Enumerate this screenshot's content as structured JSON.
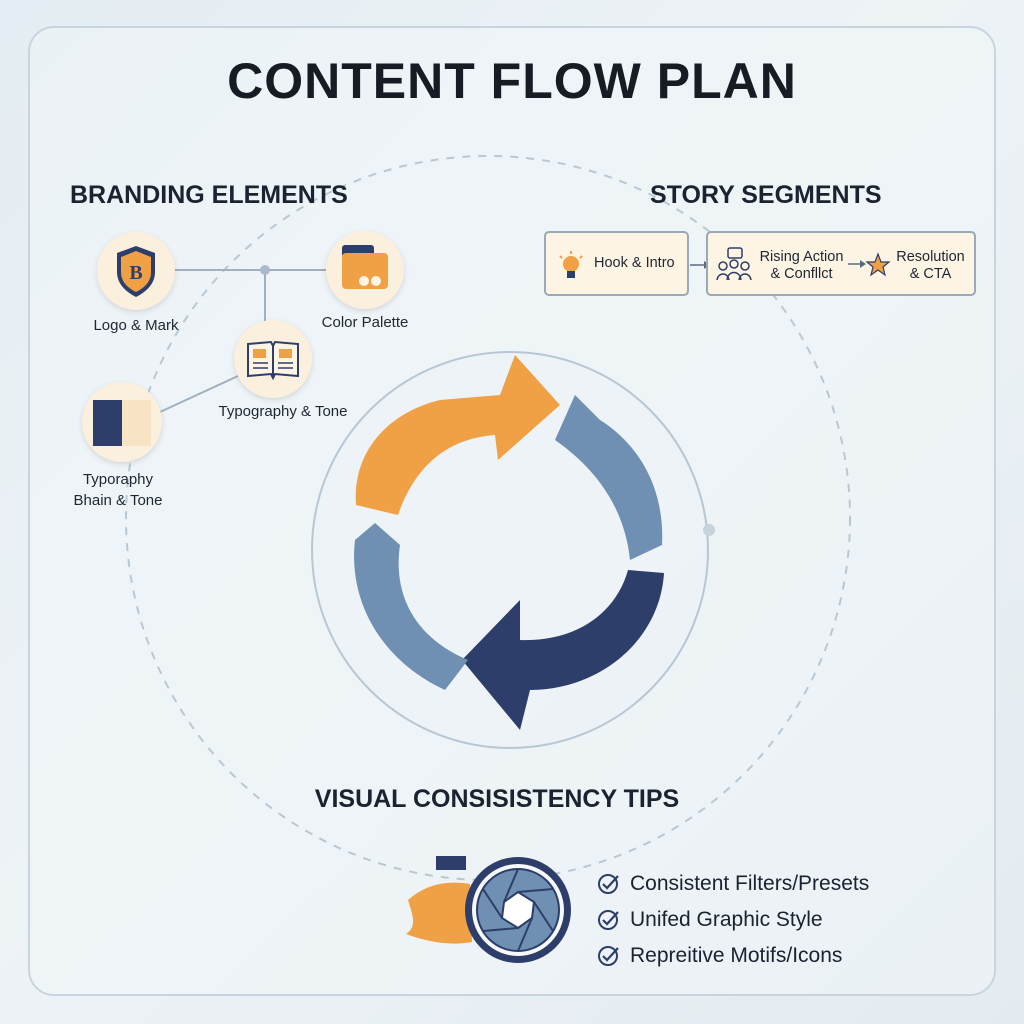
{
  "title": "CONTENT FLOW PLAN",
  "branding": {
    "heading": "BRANDING ELEMENTS",
    "items": [
      {
        "label": "Logo & Mark",
        "icon": "shield-logo-icon"
      },
      {
        "label": "Color Palette",
        "icon": "palette-card-icon"
      },
      {
        "label": "Typography & Tone",
        "icon": "open-book-icon"
      },
      {
        "label_line1": "Typoraphy",
        "label_line2": "Bhain & Tone",
        "icon": "color-swatch-icon"
      }
    ]
  },
  "story": {
    "heading": "STORY SEGMENTS",
    "segments": [
      {
        "label": "Hook & Intro",
        "icon": "lightbulb-icon"
      },
      {
        "label_line1": "Rising Action",
        "label_line2": "& Confllct",
        "icon": "people-chat-icon"
      },
      {
        "label_line1": "Resolution",
        "label_line2": "& CTA",
        "icon": "star-icon"
      }
    ]
  },
  "tips": {
    "heading": "VISUAL CONSISISTENCY TIPS",
    "items": [
      "Consistent Filters/Presets",
      "Unifed Graphic Style",
      "Repreitive Motifs/Icons"
    ]
  },
  "colors": {
    "orange": "#f0a045",
    "steel_blue": "#6f8fb3",
    "navy": "#2d3e6b",
    "cream": "#fbf0de"
  }
}
